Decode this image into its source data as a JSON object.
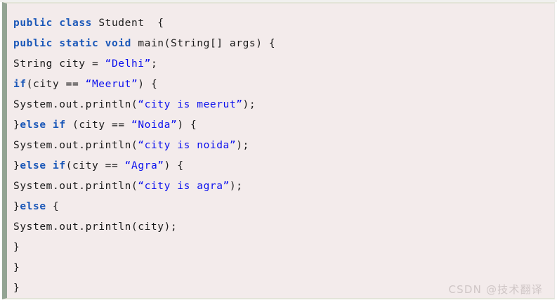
{
  "editor": {
    "language": "java",
    "background_color": "#f3ebeb",
    "left_accent_color": "#93a493",
    "keyword_color": "#1a57b8",
    "string_color": "#0b10ee",
    "text_color": "#1a1a1a",
    "line_count": 14
  },
  "code": {
    "lines": [
      {
        "index": 1,
        "text": "public class Student {",
        "tokens": [
          {
            "t": "public",
            "k": "kw"
          },
          {
            "t": " ",
            "k": "plain"
          },
          {
            "t": "class",
            "k": "kw"
          },
          {
            "t": " Student  {",
            "k": "plain"
          }
        ]
      },
      {
        "index": 2,
        "text": "public static void main(String[] args) {",
        "tokens": [
          {
            "t": "public",
            "k": "kw"
          },
          {
            "t": " ",
            "k": "plain"
          },
          {
            "t": "static",
            "k": "kw"
          },
          {
            "t": " ",
            "k": "plain"
          },
          {
            "t": "void",
            "k": "kw"
          },
          {
            "t": " main(String[] args) {",
            "k": "plain"
          }
        ]
      },
      {
        "index": 3,
        "text": "String city = \"Delhi\";",
        "tokens": [
          {
            "t": "String city = ",
            "k": "plain"
          },
          {
            "t": "“Delhi”",
            "k": "str"
          },
          {
            "t": ";",
            "k": "plain"
          }
        ]
      },
      {
        "index": 4,
        "text": "if(city == \"Meerut\") {",
        "tokens": [
          {
            "t": "if",
            "k": "kw"
          },
          {
            "t": "(city == ",
            "k": "plain"
          },
          {
            "t": "“Meerut”",
            "k": "str"
          },
          {
            "t": ") {",
            "k": "plain"
          }
        ]
      },
      {
        "index": 5,
        "text": "System.out.println(\"city is meerut\");",
        "tokens": [
          {
            "t": "System.out.println(",
            "k": "plain"
          },
          {
            "t": "“city is meerut”",
            "k": "str"
          },
          {
            "t": ");",
            "k": "plain"
          }
        ]
      },
      {
        "index": 6,
        "text": "}else if (city == \"Noida\") {",
        "tokens": [
          {
            "t": "}",
            "k": "plain"
          },
          {
            "t": "else",
            "k": "kw"
          },
          {
            "t": " ",
            "k": "plain"
          },
          {
            "t": "if",
            "k": "kw"
          },
          {
            "t": " (city == ",
            "k": "plain"
          },
          {
            "t": "“Noida”",
            "k": "str"
          },
          {
            "t": ") {",
            "k": "plain"
          }
        ]
      },
      {
        "index": 7,
        "text": "System.out.println(\"city is noida\");",
        "tokens": [
          {
            "t": "System.out.println(",
            "k": "plain"
          },
          {
            "t": "“city is noida”",
            "k": "str"
          },
          {
            "t": ");",
            "k": "plain"
          }
        ]
      },
      {
        "index": 8,
        "text": "}else if(city == \"Agra\") {",
        "tokens": [
          {
            "t": "}",
            "k": "plain"
          },
          {
            "t": "else",
            "k": "kw"
          },
          {
            "t": " ",
            "k": "plain"
          },
          {
            "t": "if",
            "k": "kw"
          },
          {
            "t": "(city == ",
            "k": "plain"
          },
          {
            "t": "“Agra”",
            "k": "str"
          },
          {
            "t": ") {",
            "k": "plain"
          }
        ]
      },
      {
        "index": 9,
        "text": "System.out.println(\"city is agra\");",
        "tokens": [
          {
            "t": "System.out.println(",
            "k": "plain"
          },
          {
            "t": "“city is agra”",
            "k": "str"
          },
          {
            "t": ");",
            "k": "plain"
          }
        ]
      },
      {
        "index": 10,
        "text": "}else {",
        "tokens": [
          {
            "t": "}",
            "k": "plain"
          },
          {
            "t": "else",
            "k": "kw"
          },
          {
            "t": " {",
            "k": "plain"
          }
        ]
      },
      {
        "index": 11,
        "text": "System.out.println(city);",
        "tokens": [
          {
            "t": "System.out.println(city);",
            "k": "plain"
          }
        ]
      },
      {
        "index": 12,
        "text": "}",
        "tokens": [
          {
            "t": "}",
            "k": "plain"
          }
        ]
      },
      {
        "index": 13,
        "text": "}",
        "tokens": [
          {
            "t": "}",
            "k": "plain"
          }
        ]
      },
      {
        "index": 14,
        "text": "}",
        "tokens": [
          {
            "t": "}",
            "k": "plain"
          }
        ]
      }
    ]
  },
  "watermark": {
    "text": "CSDN @技术翻译"
  }
}
